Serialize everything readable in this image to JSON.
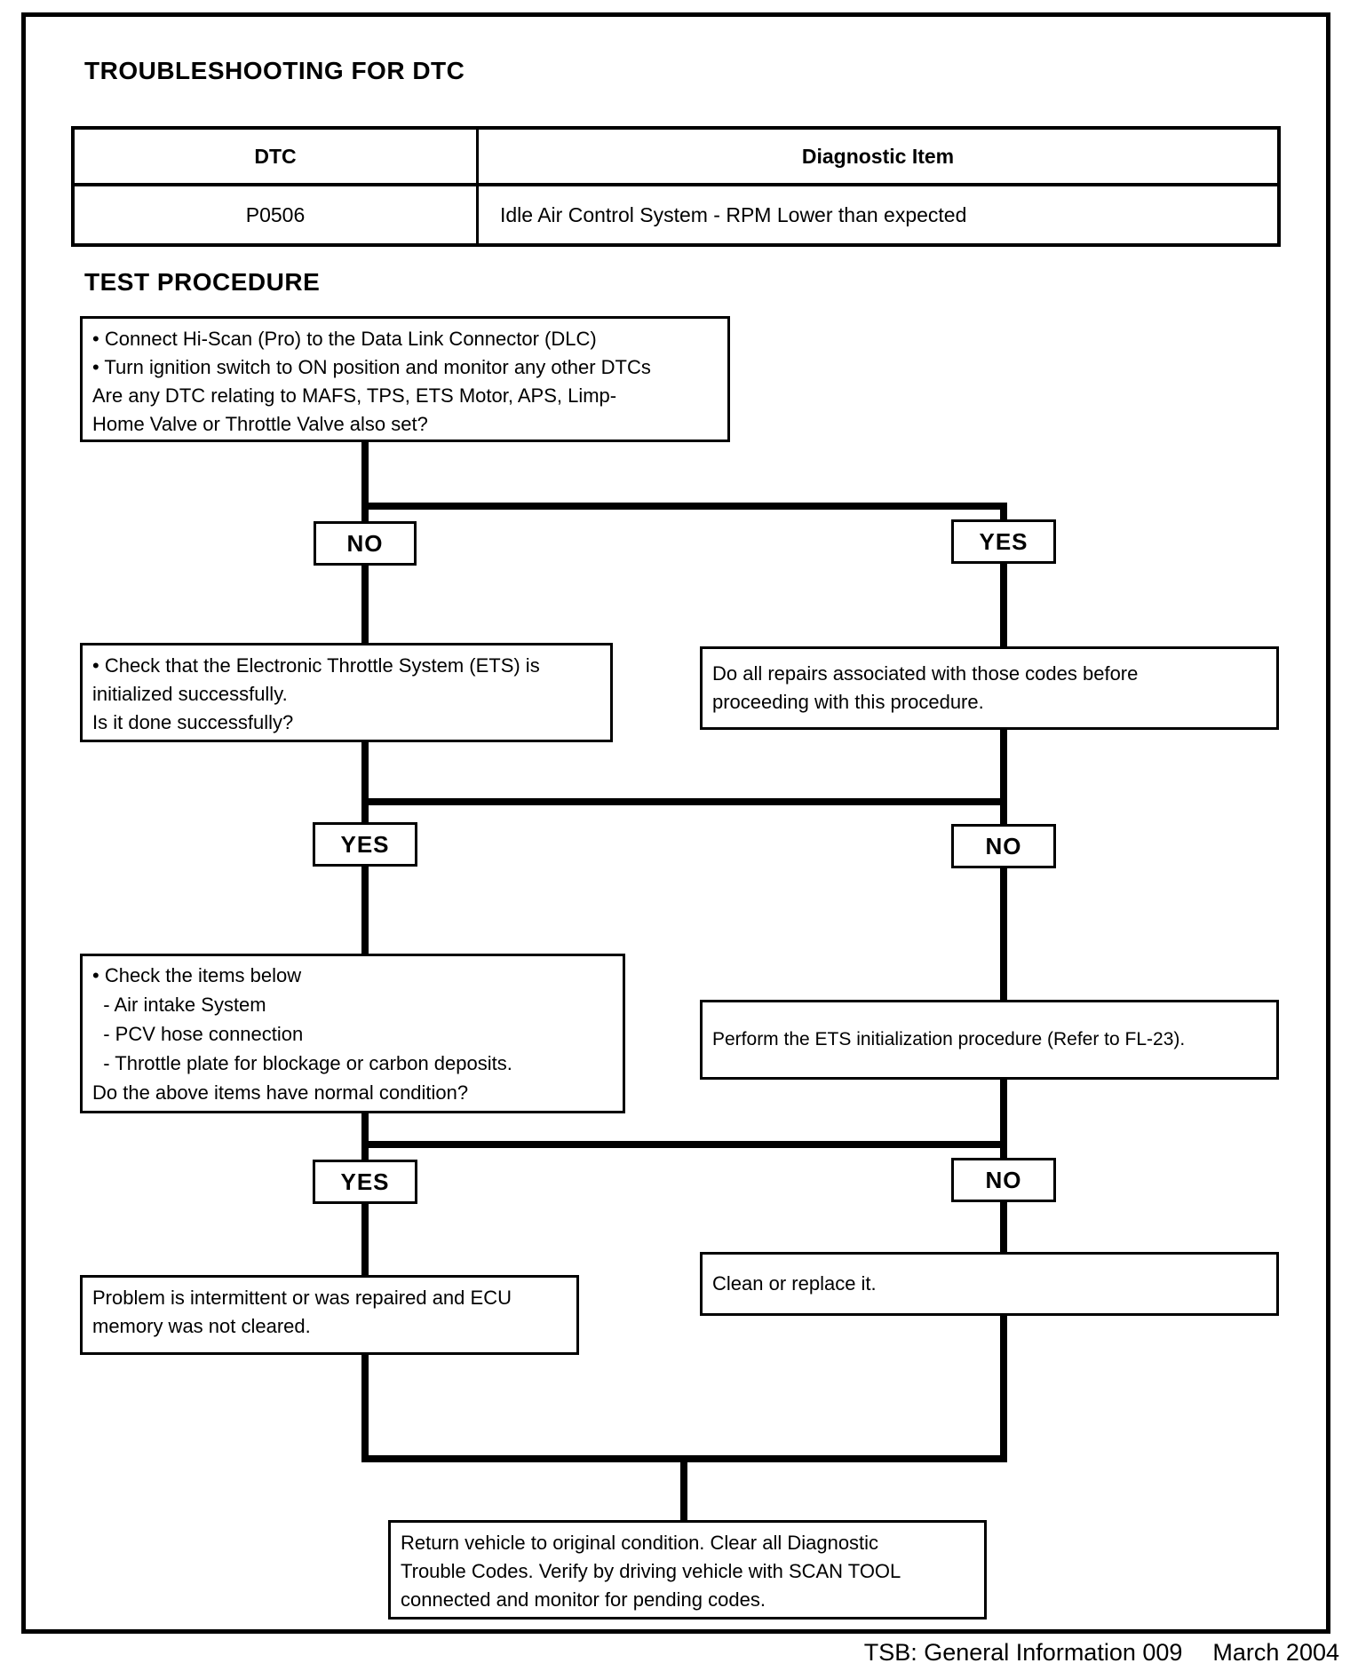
{
  "page": {
    "title": "TROUBLESHOOTING FOR DTC",
    "section_title": "TEST PROCEDURE",
    "footer_tsb": "TSB: General Information 009",
    "footer_date": "March 2004"
  },
  "dtc_table": {
    "headers": [
      "DTC",
      "Diagnostic Item"
    ],
    "rows": [
      [
        "P0506",
        "Idle Air Control System - RPM Lower than expected"
      ]
    ]
  },
  "flowchart": {
    "steps": {
      "start": {
        "lines": [
          "• Connect Hi-Scan (Pro) to the Data Link Connector (DLC)",
          "• Turn ignition switch to ON position and monitor any other DTCs",
          "Are any DTC relating to MAFS, TPS, ETS Motor, APS, Limp-",
          "Home Valve or Throttle Valve also set?"
        ]
      },
      "check_ets_init": {
        "lines": [
          "• Check that the Electronic Throttle System (ETS) is",
          "initialized successfully.",
          "Is it done successfully?"
        ]
      },
      "do_repairs": {
        "lines": [
          "Do all repairs associated with those codes before",
          "proceeding with this procedure."
        ]
      },
      "check_items": {
        "lines": [
          "• Check the items below",
          "  - Air intake System",
          "  - PCV hose connection",
          "  - Throttle plate for blockage or carbon deposits.",
          "Do the above items have normal condition?"
        ]
      },
      "perform_init": {
        "lines": [
          "Perform the ETS initialization procedure (Refer to FL-23)."
        ]
      },
      "intermittent": {
        "lines": [
          "Problem is intermittent or was repaired and ECU",
          "memory was not cleared."
        ]
      },
      "clean_replace": {
        "lines": [
          "Clean or replace it."
        ]
      },
      "return_vehicle": {
        "lines": [
          "Return vehicle to original condition. Clear all Diagnostic",
          "Trouble Codes. Verify by driving vehicle with SCAN TOOL",
          "connected and monitor for pending codes."
        ]
      }
    },
    "branches": [
      {
        "left": "NO",
        "right": "YES"
      },
      {
        "left": "YES",
        "right": "NO"
      },
      {
        "left": "YES",
        "right": "NO"
      }
    ]
  }
}
